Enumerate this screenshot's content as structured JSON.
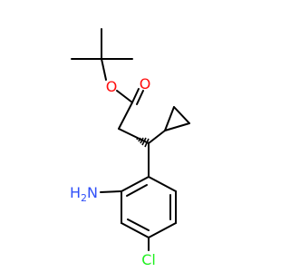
{
  "atoms": {
    "ester_oxygen": "O",
    "carbonyl_oxygen": "O",
    "amine_nitrogen": "N",
    "amine_hydrogen": "H",
    "amine_h_count": "2",
    "chlorine": "Cl"
  },
  "colors": {
    "bond": "#000000",
    "oxygen": "#ff0d0d",
    "nitrogen": "#3050f8",
    "chlorine": "#1ff01f",
    "background": "#ffffff"
  }
}
